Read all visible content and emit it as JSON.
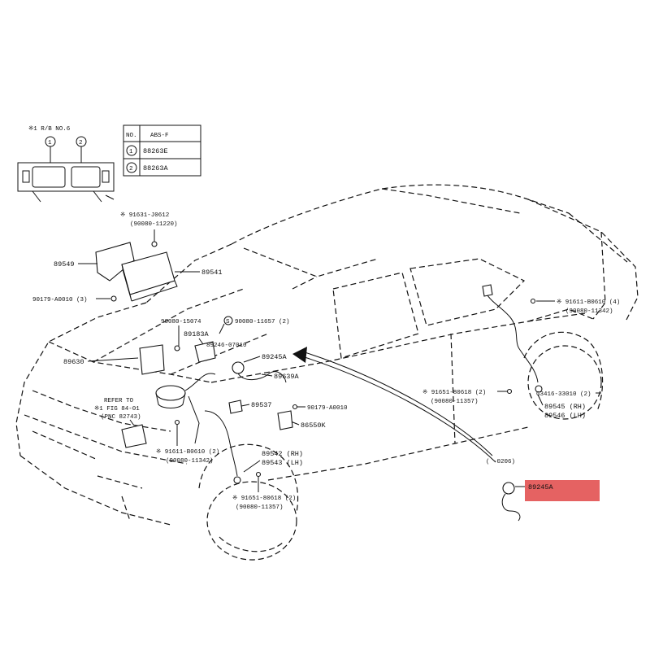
{
  "inset_box": {
    "note": "※1 R/B NO.6",
    "header_no": "NO.",
    "header_part": "ABS-F",
    "rows": [
      {
        "no": "1",
        "part": "88263E"
      },
      {
        "no": "2",
        "part": "88263A"
      }
    ]
  },
  "callouts": {
    "c91631": "※ 91631-J0612",
    "c90080_11220": "(90080-11220)",
    "c89549": "89549",
    "c89541": "89541",
    "c90179_3": "90179-A0010 (3)",
    "c90080_15074": "90080-15074",
    "c90080_11657": "90080-11657 (2)",
    "c89183A": "89183A",
    "c89630": "89630",
    "c89246": "89246-07010",
    "c89245A": "89245A",
    "c89639A": "89639A",
    "c89537": "89537",
    "c90179": "90179-A0010",
    "c86550K": "86550K",
    "c89542": "89542 (RH)",
    "c89543": "89543 (LH)",
    "c91611_front": "※ 91611-B0610 (2)",
    "c90080_11342_front": "(90080-11342)",
    "c91651_front": "※ 91651-80618 (2)",
    "c90080_11357_front": "(90080-11357)",
    "refer1": "REFER TO",
    "refer2": "※1 FIG 84-01",
    "refer3": "(PNC 82743)",
    "c91611_rear": "※ 91611-B0610 (4)",
    "c90080_11342_rear": "(90080-11342)",
    "c91651_rear": "※ 91651-80618 (2)",
    "c90080_11357_rear": "(90080-11357)",
    "cG3416": "G3416-33010 (2)",
    "c89545": "89545 (RH)",
    "c89546": "89546 (LH)",
    "detail_range": "(   -0206)",
    "detail_part": "89245A"
  },
  "colors": {
    "line": "#111111",
    "highlight": "#e04646"
  }
}
